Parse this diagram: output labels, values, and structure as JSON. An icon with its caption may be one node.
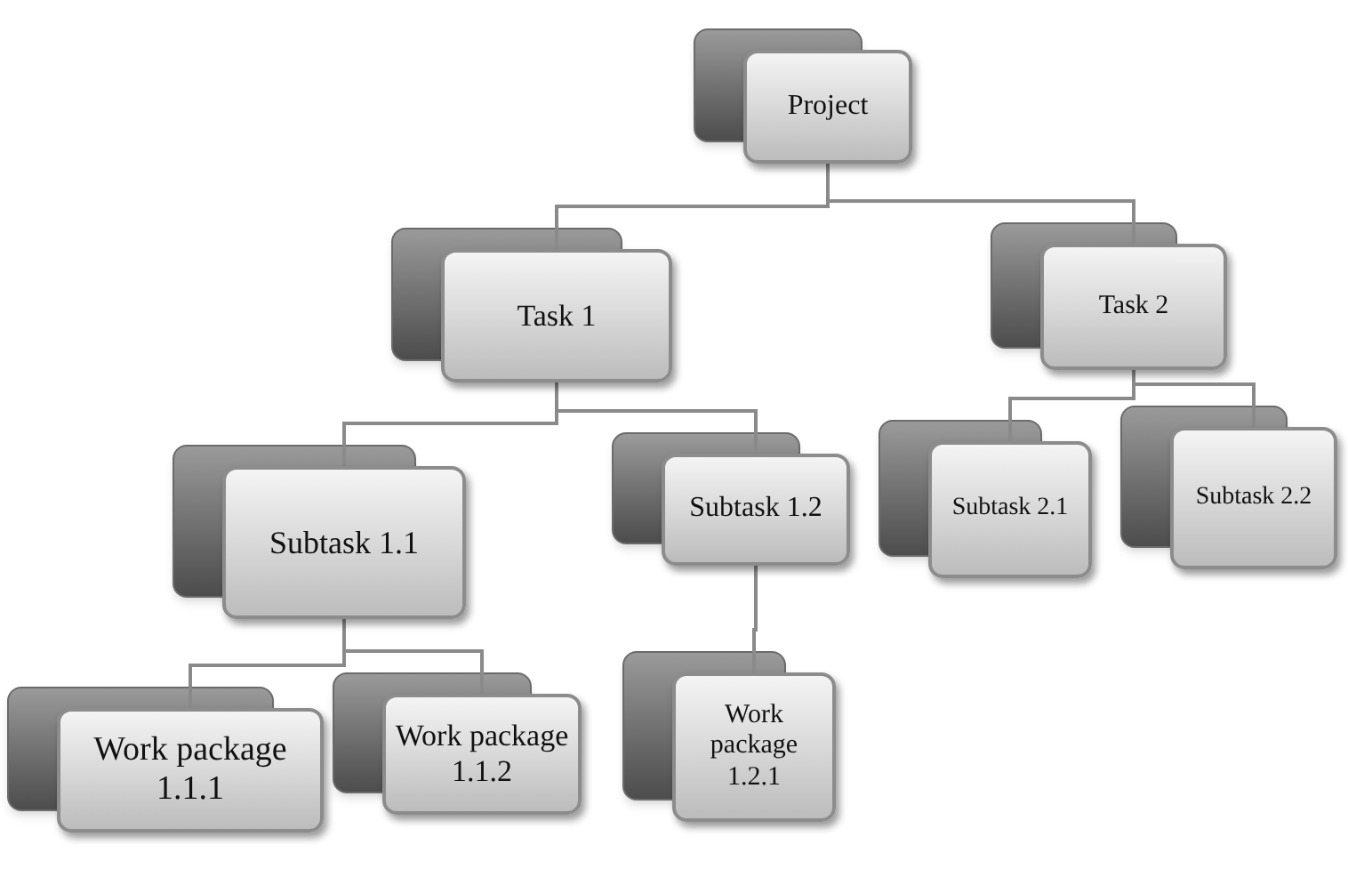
{
  "diagram": {
    "nodes": [
      {
        "text": [
          "Project"
        ]
      },
      {
        "text": [
          "Task 1"
        ]
      },
      {
        "text": [
          "Task 2"
        ]
      },
      {
        "text": [
          "Subtask 1.1"
        ]
      },
      {
        "text": [
          "Subtask 1.2"
        ]
      },
      {
        "text": [
          "Subtask 2.1"
        ]
      },
      {
        "text": [
          "Subtask 2.2"
        ]
      },
      {
        "text": [
          "Work package 1.1.1"
        ]
      },
      {
        "text": [
          "Work package 1.1.2"
        ]
      },
      {
        "text": [
          "Work package 1.2.1"
        ]
      }
    ],
    "edges": [
      {
        "from": 0,
        "to": 1,
        "arrow": "none"
      },
      {
        "from": 0,
        "to": 2,
        "arrow": "none"
      },
      {
        "from": 1,
        "to": 3,
        "arrow": "none"
      },
      {
        "from": 1,
        "to": 4,
        "arrow": "none"
      },
      {
        "from": 2,
        "to": 5,
        "arrow": "none"
      },
      {
        "from": 2,
        "to": 6,
        "arrow": "none"
      },
      {
        "from": 3,
        "to": 7,
        "arrow": "none"
      },
      {
        "from": 3,
        "to": 8,
        "arrow": "none"
      },
      {
        "from": 4,
        "to": 9,
        "arrow": "none"
      }
    ]
  }
}
